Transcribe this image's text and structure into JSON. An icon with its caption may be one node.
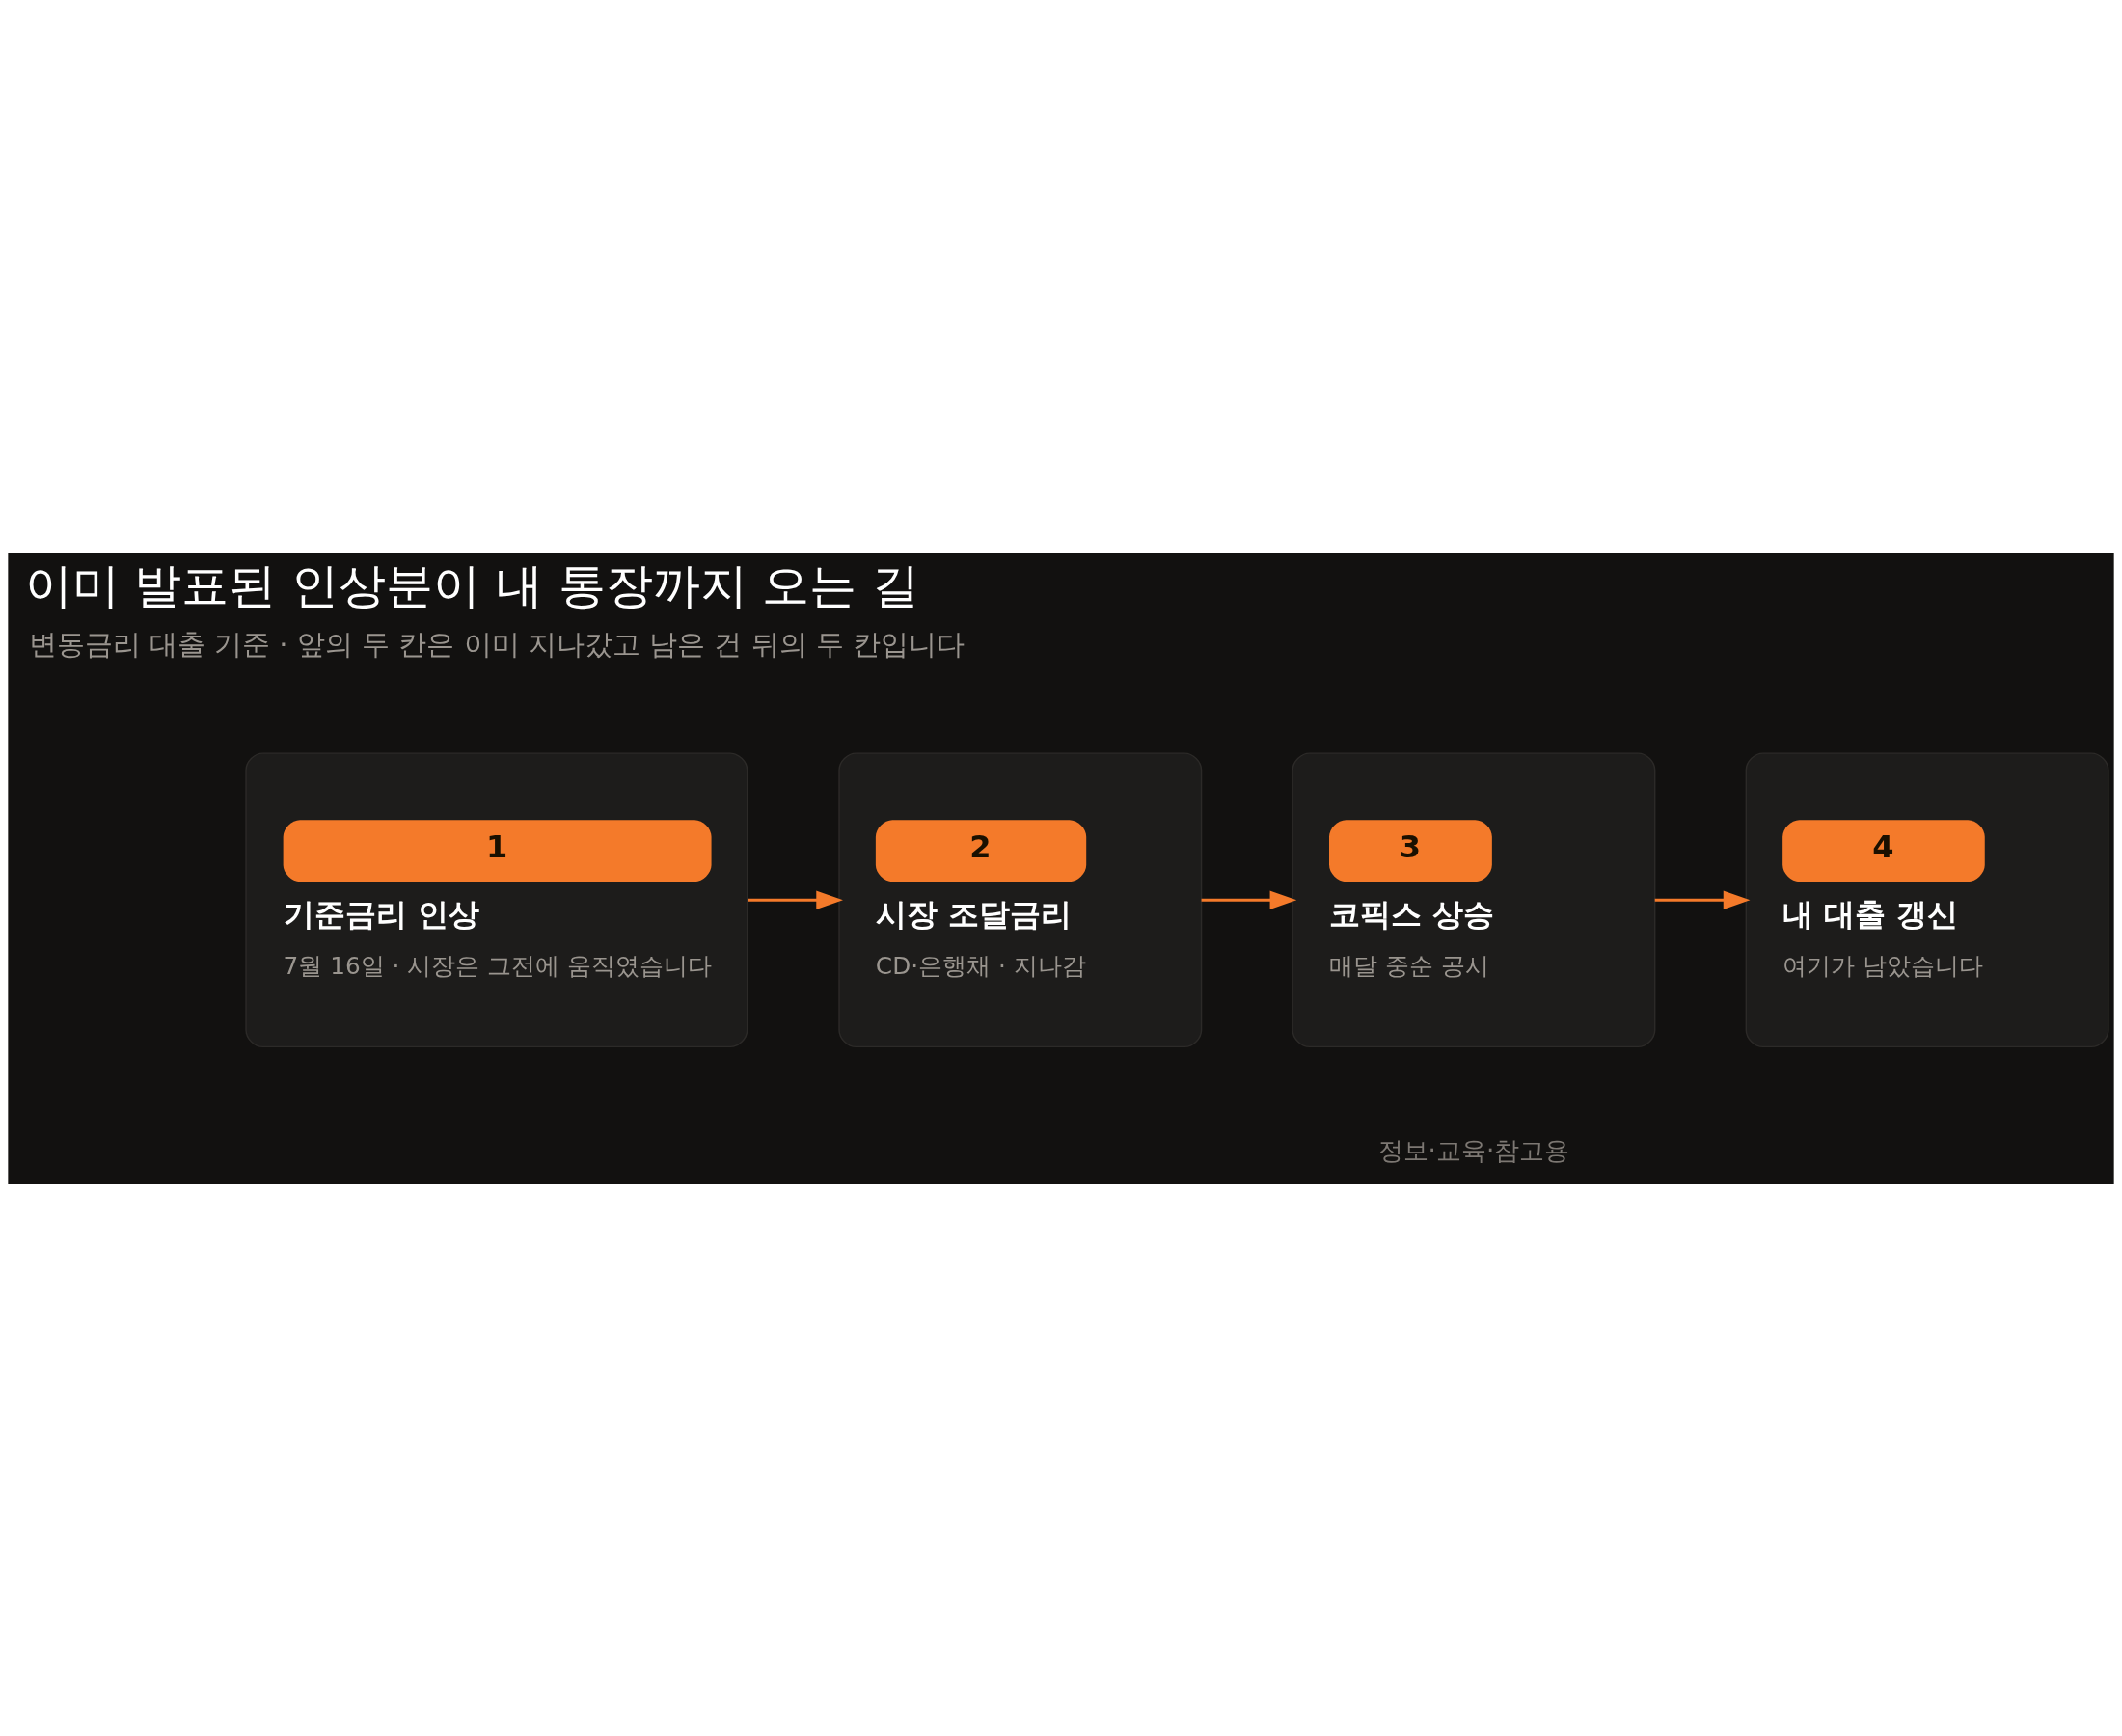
{
  "diagram": {
    "title": "이미 발표된 인상분이 내 통장까지 오는 길",
    "nodes": [
      {
        "text": [
          "1",
          "기준금리 인상",
          "7월 16일 · 시장은 그전에 움직였습니다"
        ]
      },
      {
        "text": [
          "2",
          "시장 조달금리",
          "CD·은행채 · 지나감"
        ]
      },
      {
        "text": [
          "3",
          "코픽스 상승",
          "매달 중순 공시"
        ]
      },
      {
        "text": [
          "4",
          "내 대출 갱신",
          "여기가 남았습니다"
        ]
      }
    ],
    "edges": [
      {
        "from": 0,
        "to": 1,
        "arrow": "to"
      },
      {
        "from": 1,
        "to": 2,
        "arrow": "to"
      },
      {
        "from": 2,
        "to": 3,
        "arrow": "to"
      }
    ],
    "labels": [
      "변동금리 대출 기준 · 앞의 두 칸은 이미 지나갔고 남은 건 뒤의 두 칸입니다",
      "정보·교육·참고용"
    ]
  }
}
